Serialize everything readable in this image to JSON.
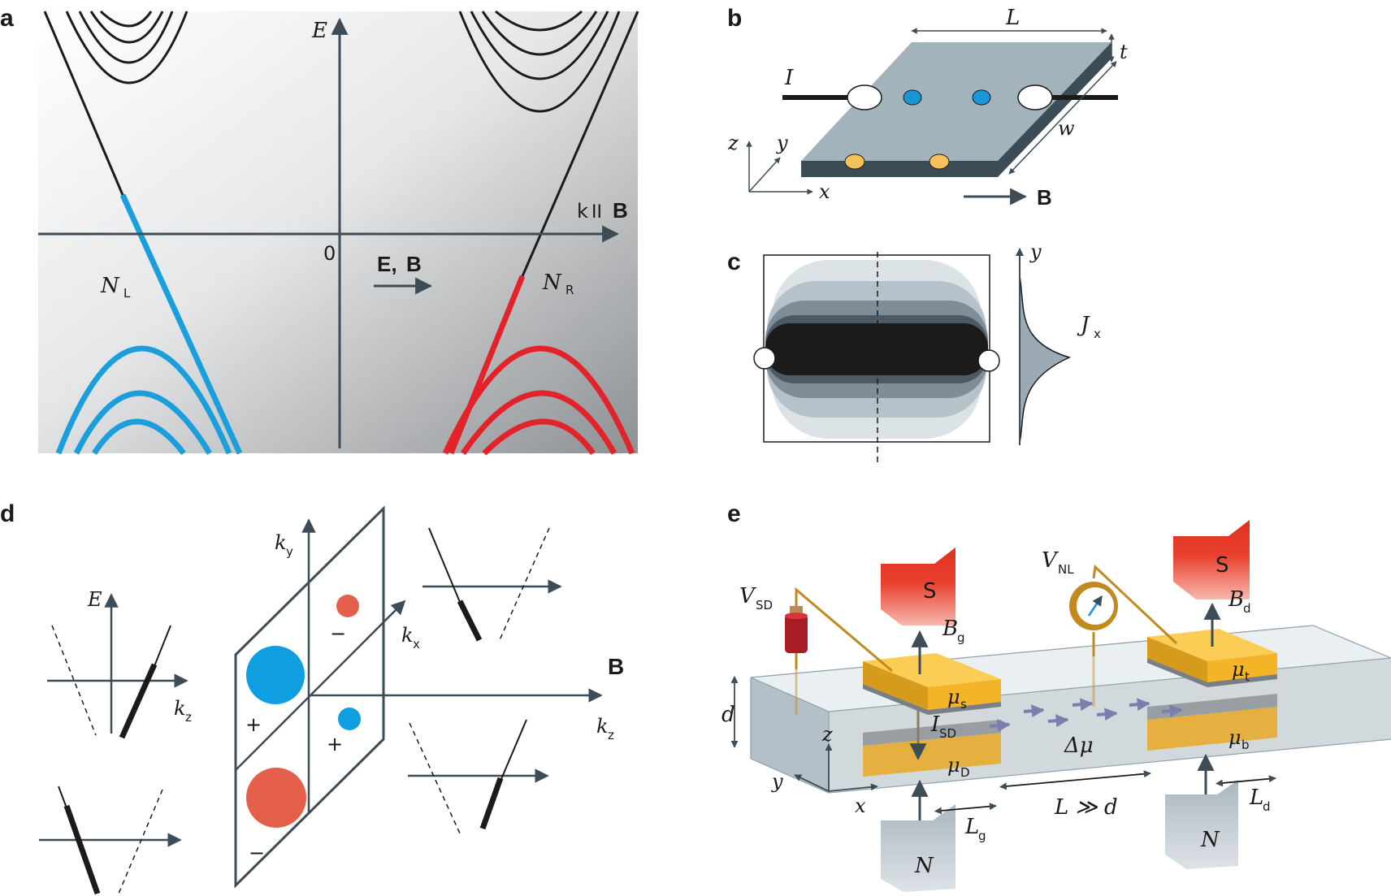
{
  "panels": {
    "a": {
      "label": "a",
      "axis_E": "E",
      "axis_k": "k",
      "axis_k_parallel": "II",
      "axis_k_B": "B",
      "origin": "0",
      "field_E": "E,",
      "field_B": "B",
      "node_L": "N",
      "node_L_sub": "L",
      "node_R": "N",
      "node_R_sub": "R",
      "colors": {
        "left": "#1a9fdc",
        "right": "#e3232a",
        "band": "#1b1b1b"
      }
    },
    "b": {
      "label": "b",
      "length": "L",
      "thickness": "t",
      "width": "w",
      "current": "I",
      "axis_x": "x",
      "axis_y": "y",
      "axis_z": "z",
      "field": "B",
      "colors": {
        "slab_top": "#a3b3bc",
        "slab_side": "#3b4c56",
        "contact_blue": "#1a96d8",
        "contact_yellow": "#f4c258"
      }
    },
    "c": {
      "label": "c",
      "axis_y": "y",
      "current_density": "J",
      "current_density_sub": "x"
    },
    "d": {
      "label": "d",
      "axis_E": "E",
      "axis_kz_left": "k",
      "axis_kz_left_sub": "z",
      "axis_ky": "k",
      "axis_ky_sub": "y",
      "axis_kx": "k",
      "axis_kx_sub": "x",
      "axis_kz": "k",
      "axis_kz_sub": "z",
      "field": "B",
      "sign_plus_1": "+",
      "sign_minus_1": "−",
      "sign_plus_2": "+",
      "sign_minus_2": "−",
      "colors": {
        "blue": "#0f9ee0",
        "red": "#e4604a"
      }
    },
    "e": {
      "label": "e",
      "source_left": "S",
      "source_right": "S",
      "drain_left": "N",
      "drain_right": "N",
      "v_sd": "V",
      "v_sd_sub": "SD",
      "v_nl": "V",
      "v_nl_sub": "NL",
      "b_g": "B",
      "b_g_sub": "g",
      "b_d": "B",
      "b_d_sub": "d",
      "mu_s": "μ",
      "mu_s_sub": "s",
      "mu_t": "μ",
      "mu_t_sub": "t",
      "mu_D": "μ",
      "mu_D_sub": "D",
      "mu_b": "μ",
      "mu_b_sub": "b",
      "i_sd": "I",
      "i_sd_sub": "SD",
      "delta_mu": "Δμ",
      "l_vs_d": "L ≫ d",
      "thickness_d": "d",
      "l_g": "L",
      "l_g_sub": "g",
      "l_d": "L",
      "l_d_sub": "d",
      "axis_x": "x",
      "axis_y": "y",
      "axis_z": "z",
      "colors": {
        "gold": "#f3b427",
        "red_source": "#e63a2c",
        "slab": "#c6d2d8",
        "wire": "#c08a1f"
      }
    }
  }
}
